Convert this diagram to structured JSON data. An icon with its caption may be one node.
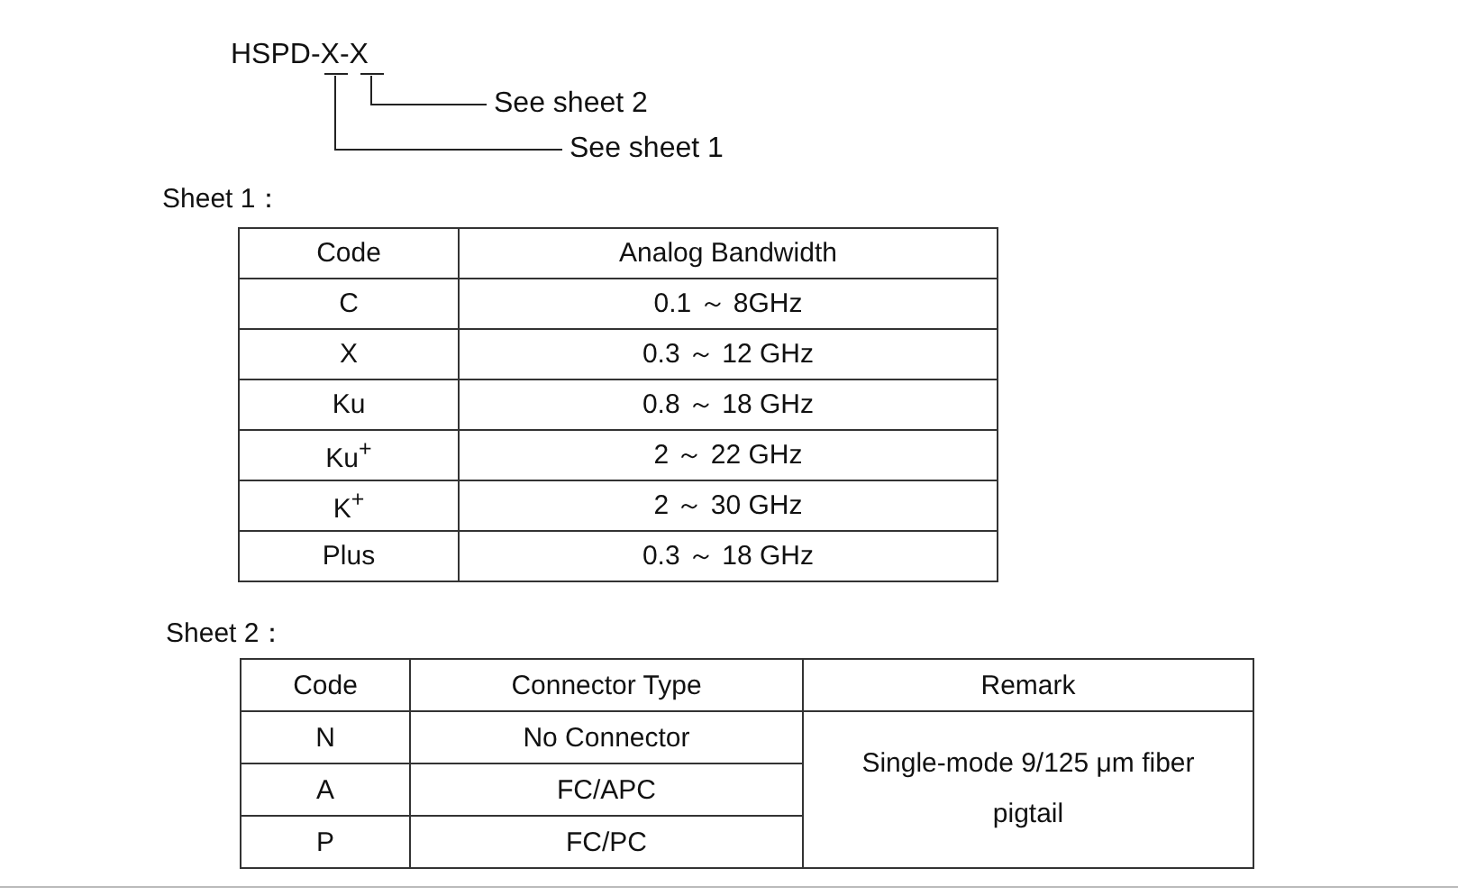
{
  "diagram": {
    "nodes": [
      {
        "text": [
          "HSPD-X-X"
        ]
      },
      {
        "text": [
          "See sheet 2"
        ]
      },
      {
        "text": [
          "See sheet 1"
        ]
      }
    ],
    "edges": [
      {
        "from": 0,
        "to": 1,
        "arrow": "none"
      },
      {
        "from": 0,
        "to": 2,
        "arrow": "none"
      }
    ],
    "labels": [
      "Sheet 1：",
      "Code",
      "Analog Bandwidth",
      "C",
      "0.1 ～ 8GHz",
      "X",
      "0.3 ～ 12 GHz",
      "Ku",
      "0.8 ～ 18 GHz",
      "Ku$^{+}$",
      "2 ～ 22 GHz",
      "K$^{+}$",
      "2 ～ 30 GHz",
      "Plus",
      "0.3 ～ 18 GHz",
      "Sheet 2：",
      "Code",
      "Connector Type",
      "Remark",
      "N",
      "No Connector",
      "A",
      "FC/APC",
      "Single-mode 9/125 μm fiber pigtail",
      "P",
      "FC/PC"
    ]
  }
}
